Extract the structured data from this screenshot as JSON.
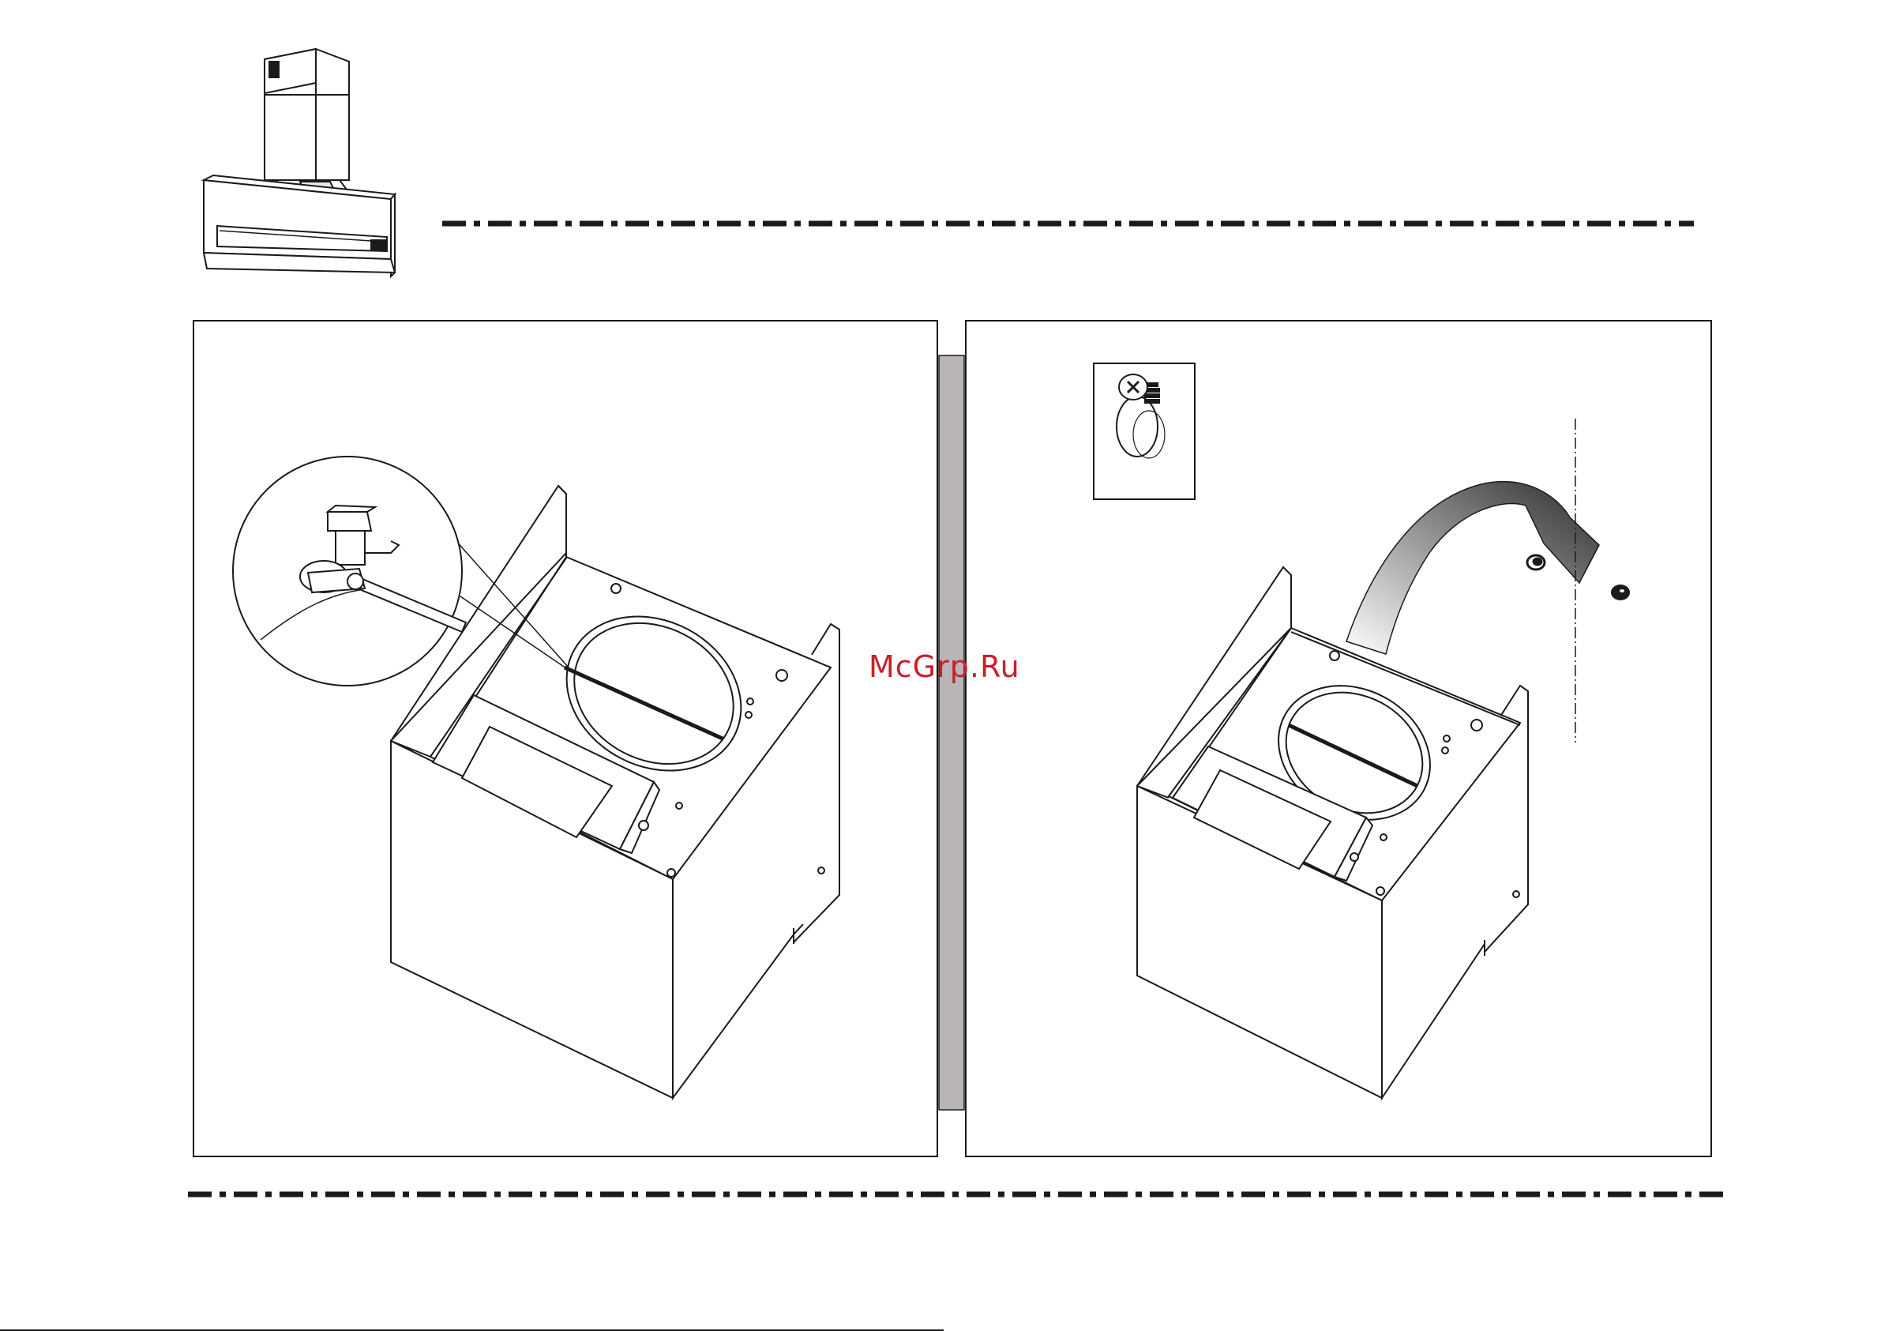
{
  "watermark": {
    "text": "McGrp.Ru",
    "color": "#c8202a"
  },
  "colors": {
    "line": "#1a1a1a",
    "divider": "#b8b4b8",
    "background": "#ffffff"
  },
  "illustrations": [
    {
      "id": "hood-thumbnail",
      "icon": "cooker-hood-icon"
    },
    {
      "id": "step-left",
      "icon": "hood-housing-with-detail-callout"
    },
    {
      "id": "step-right",
      "icon": "hood-housing-with-screw-and-nut"
    }
  ]
}
